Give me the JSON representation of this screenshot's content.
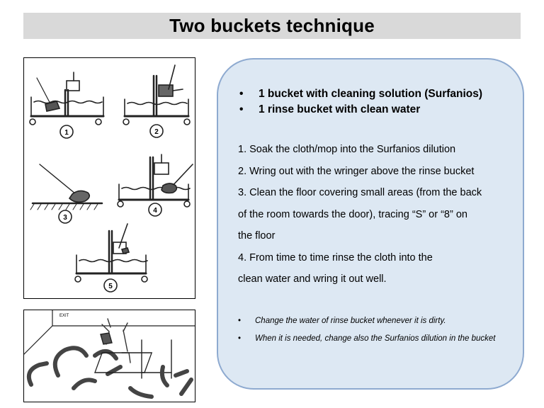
{
  "title": "Two buckets technique",
  "figure": {
    "step_numbers": [
      "1",
      "2",
      "3",
      "4",
      "5"
    ],
    "exit_sign": "EXIT"
  },
  "panel": {
    "bold_bullets": [
      "1 bucket with cleaning solution (Surfanios)",
      "1 rinse bucket with clean water"
    ],
    "steps": [
      "1. Soak the cloth/mop into the Surfanios dilution",
      "2. Wring out with the wringer above the rinse bucket",
      "3. Clean the floor covering small areas (from the back",
      "of the room towards the door), tracing “S” or “8” on",
      "the floor",
      "4. From time to time rinse the cloth into the",
      "clean water and wring it out well."
    ],
    "notes": [
      "Change the water of rinse bucket whenever it is dirty.",
      "When it is needed, change also the Surfanios dilution in the bucket"
    ]
  },
  "colors": {
    "title_bar": "#d9d9d9",
    "panel_fill": "#dde8f3",
    "panel_border": "#8eaad0"
  }
}
